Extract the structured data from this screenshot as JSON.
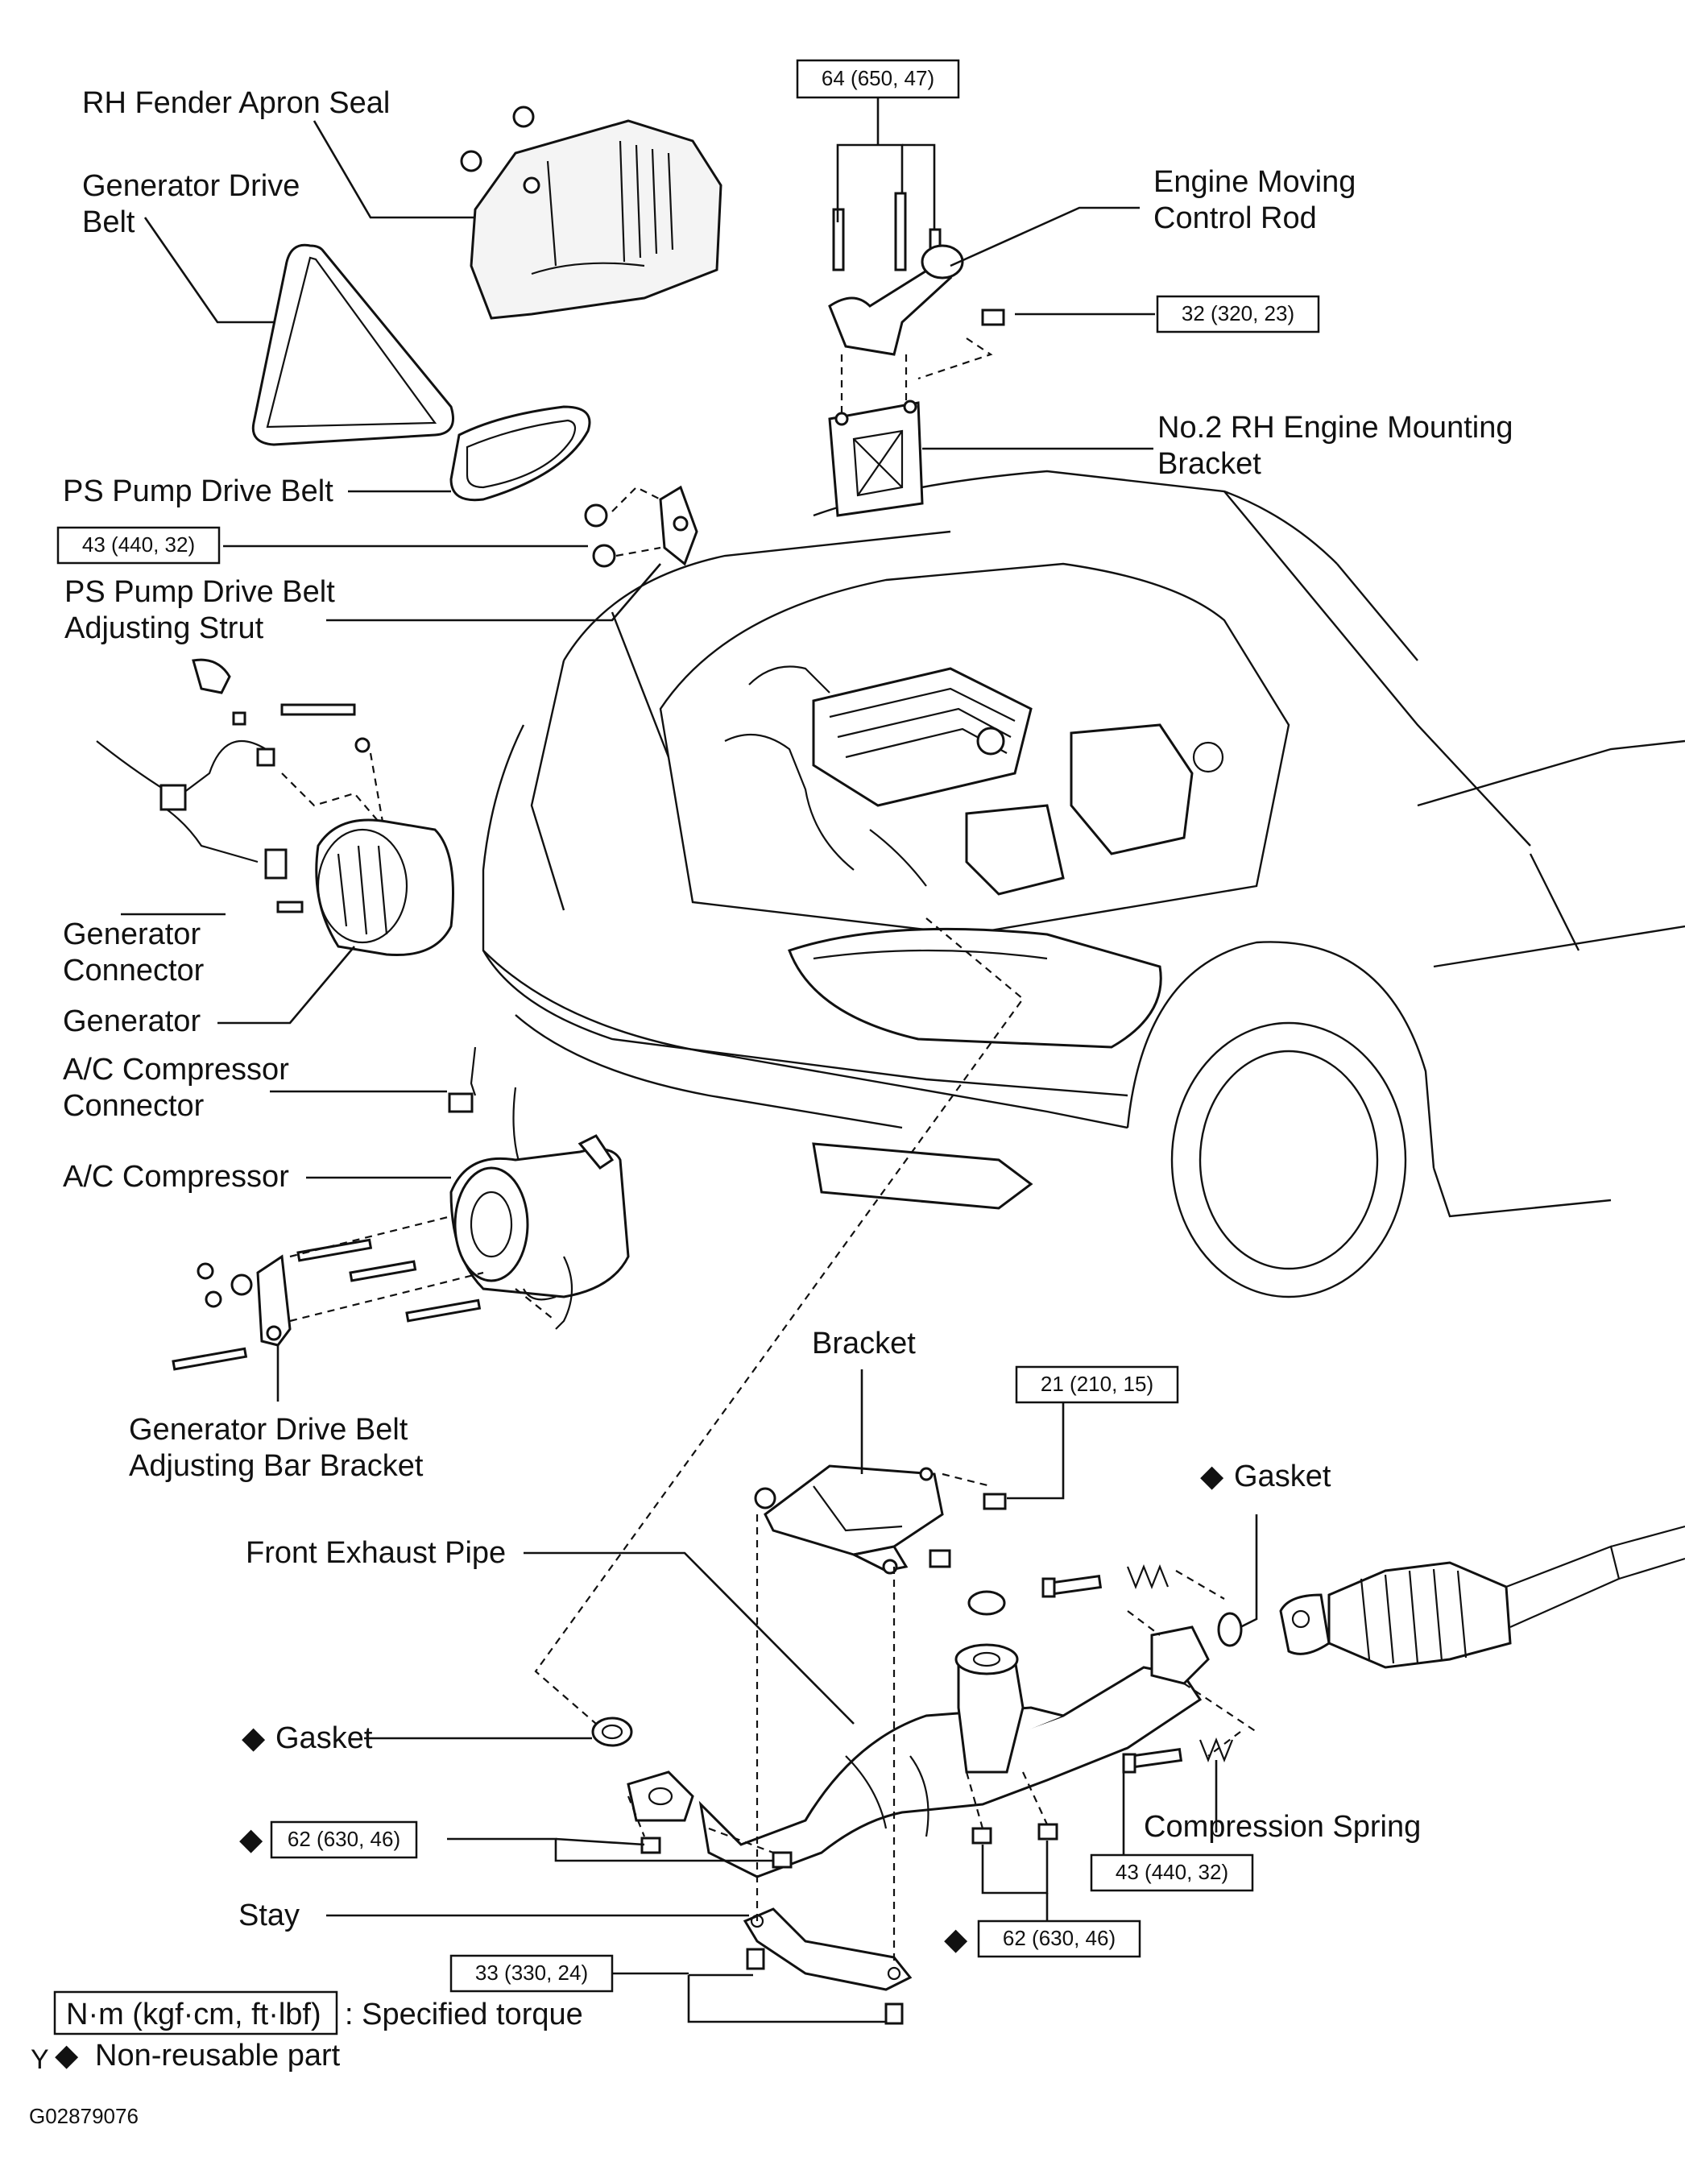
{
  "labels": {
    "rh_fender_apron_seal": "RH Fender Apron Seal",
    "generator_drive_belt_1": "Generator Drive",
    "generator_drive_belt_2": "Belt",
    "ps_pump_drive_belt": "PS Pump Drive Belt",
    "ps_pump_adjusting_strut_1": "PS Pump Drive Belt",
    "ps_pump_adjusting_strut_2": "Adjusting Strut",
    "generator_connector_1": "Generator",
    "generator_connector_2": "Connector",
    "generator": "Generator",
    "ac_compressor_connector_1": "A/C Compressor",
    "ac_compressor_connector_2": "Connector",
    "ac_compressor": "A/C Compressor",
    "adjusting_bar_bracket_1": "Generator Drive Belt",
    "adjusting_bar_bracket_2": "Adjusting Bar Bracket",
    "engine_moving_control_rod_1": "Engine Moving",
    "engine_moving_control_rod_2": "Control Rod",
    "no2_rh_mounting_bracket_1": "No.2 RH Engine Mounting",
    "no2_rh_mounting_bracket_2": "Bracket",
    "bracket": "Bracket",
    "gasket_right": "Gasket",
    "front_exhaust_pipe": "Front Exhaust Pipe",
    "gasket_left": "Gasket",
    "compression_spring": "Compression Spring",
    "stay": "Stay"
  },
  "torques": {
    "t_64": "64 (650, 47)",
    "t_32": "32 (320, 23)",
    "t_43_top": "43 (440, 32)",
    "t_21": "21 (210, 15)",
    "t_62_left": "62 (630, 46)",
    "t_43_bottom": "43 (440, 32)",
    "t_62_right": "62 (630, 46)",
    "t_33": "33 (330, 24)"
  },
  "legend": {
    "torque_unit": "N·m (kgf·cm, ft·lbf)",
    "torque_desc": ": Specified torque",
    "prefix": "Y",
    "nonreusable": "Non-reusable part"
  },
  "symbols": {
    "nonreusable_mark": "◆"
  },
  "figure_code": "G02879076"
}
